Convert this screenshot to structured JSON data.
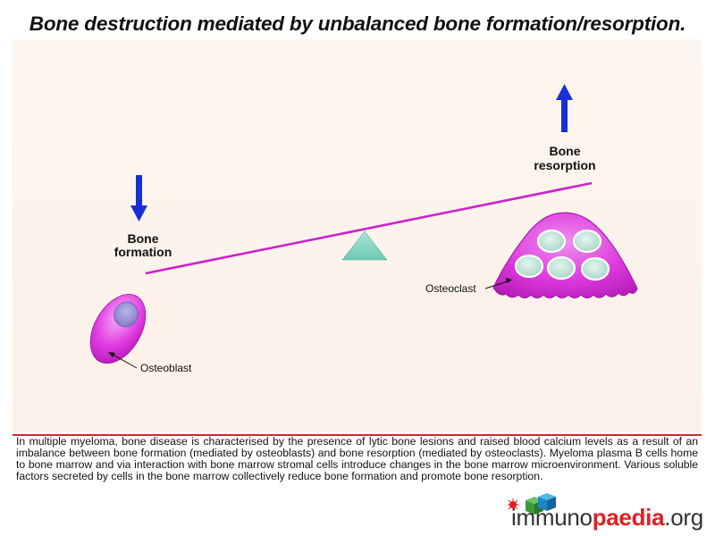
{
  "title": "Bone destruction mediated by unbalanced bone formation/resorption.",
  "labels": {
    "bone_formation_line1": "Bone",
    "bone_formation_line2": "formation",
    "bone_resorption_line1": "Bone",
    "bone_resorption_line2": "resorption",
    "osteoblast": "Osteoblast",
    "osteoclast": "Osteoclast"
  },
  "description": "In multiple myeloma, bone disease is characterised by the presence of lytic bone lesions and raised blood calcium levels as a result of an imbalance between bone formation (mediated by osteoblasts) and bone resorption (mediated by osteoclasts). Myeloma plasma B cells home to bone marrow and via interaction with bone marrow stromal cells introduce changes in the bone marrow microenvironment. Various soluble factors secreted by cells in the bone marrow collectively reduce bone formation and promote bone resorption.",
  "logo": {
    "part1": "immuno",
    "part2": "paedia",
    "part3": ".org"
  },
  "colors": {
    "arrow_blue": "#1a2fd6",
    "balance_beam": "#cc22cc",
    "cell_magenta": "#e040e0",
    "fulcrum": "#88d8c8",
    "brand_red": "#e31e25"
  },
  "icons": {
    "formation_arrow": "arrow-down-icon",
    "resorption_arrow": "arrow-up-icon"
  }
}
